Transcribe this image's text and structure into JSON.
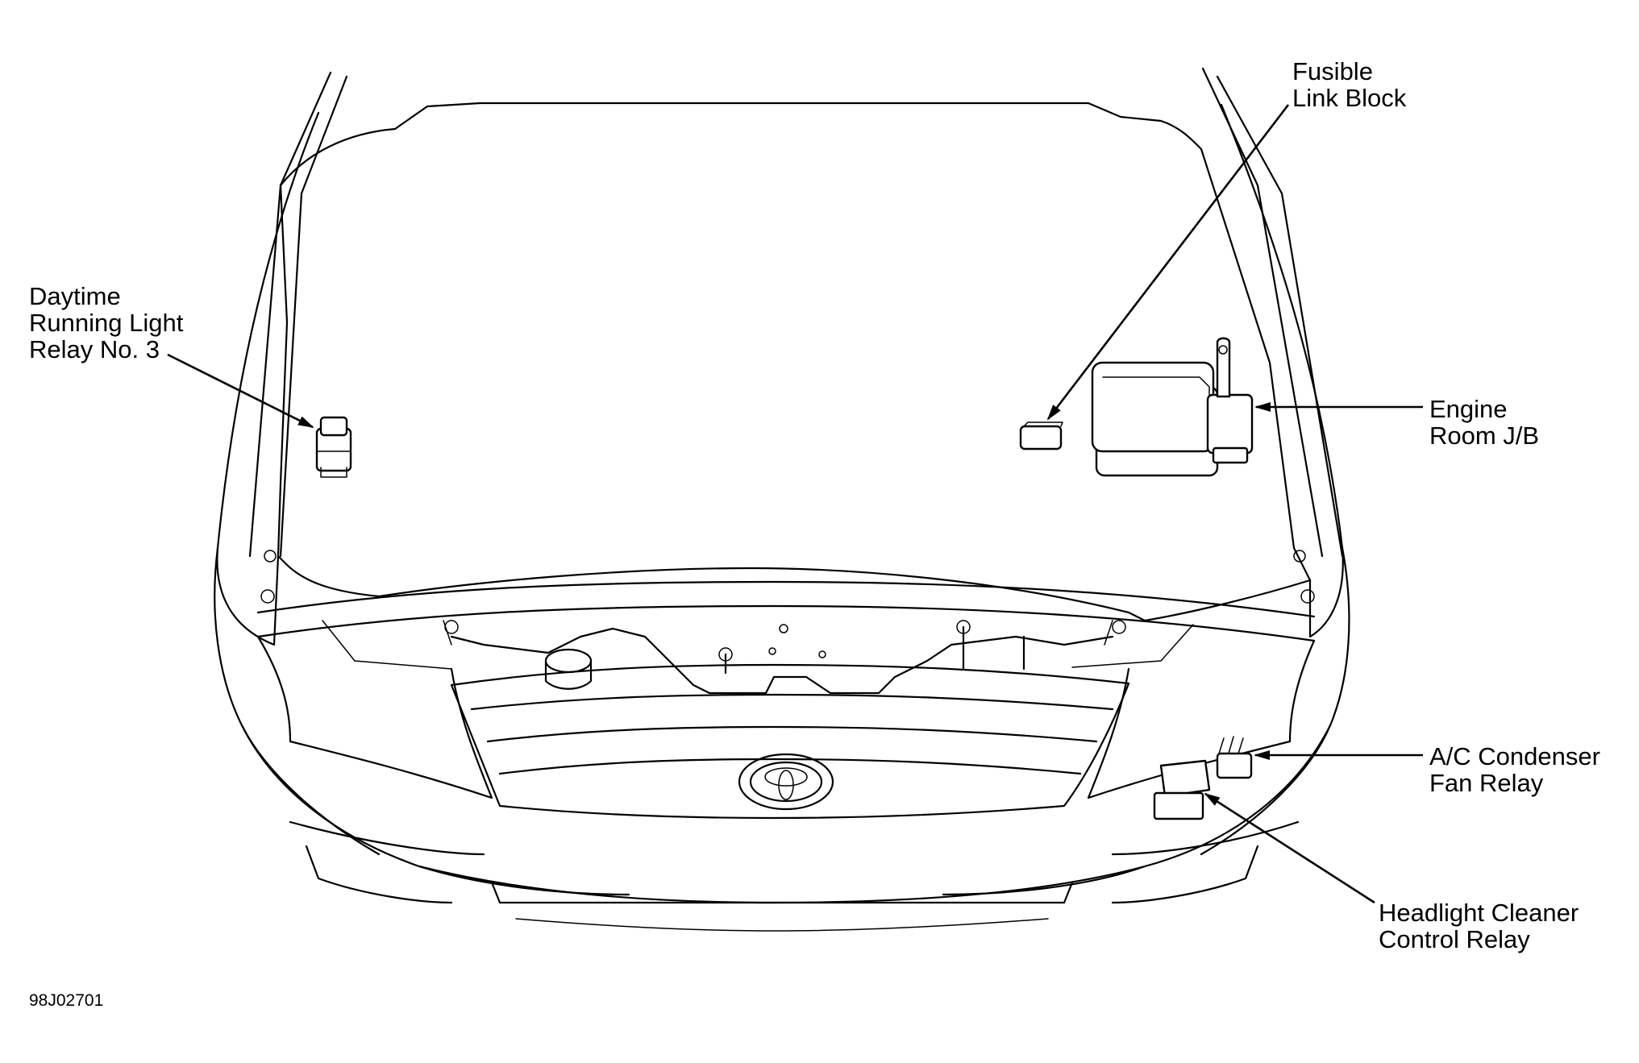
{
  "labels": {
    "fusible_link_block": [
      "Fusible",
      "Link Block"
    ],
    "daytime_relay": [
      "Daytime",
      "Running Light",
      "Relay No. 3"
    ],
    "engine_room_jb": [
      "Engine",
      "Room J/B"
    ],
    "ac_condenser_fan_relay": [
      "A/C Condenser",
      "Fan Relay"
    ],
    "headlight_cleaner_relay": [
      "Headlight Cleaner",
      "Control Relay"
    ]
  },
  "figure_code": "98J02701"
}
